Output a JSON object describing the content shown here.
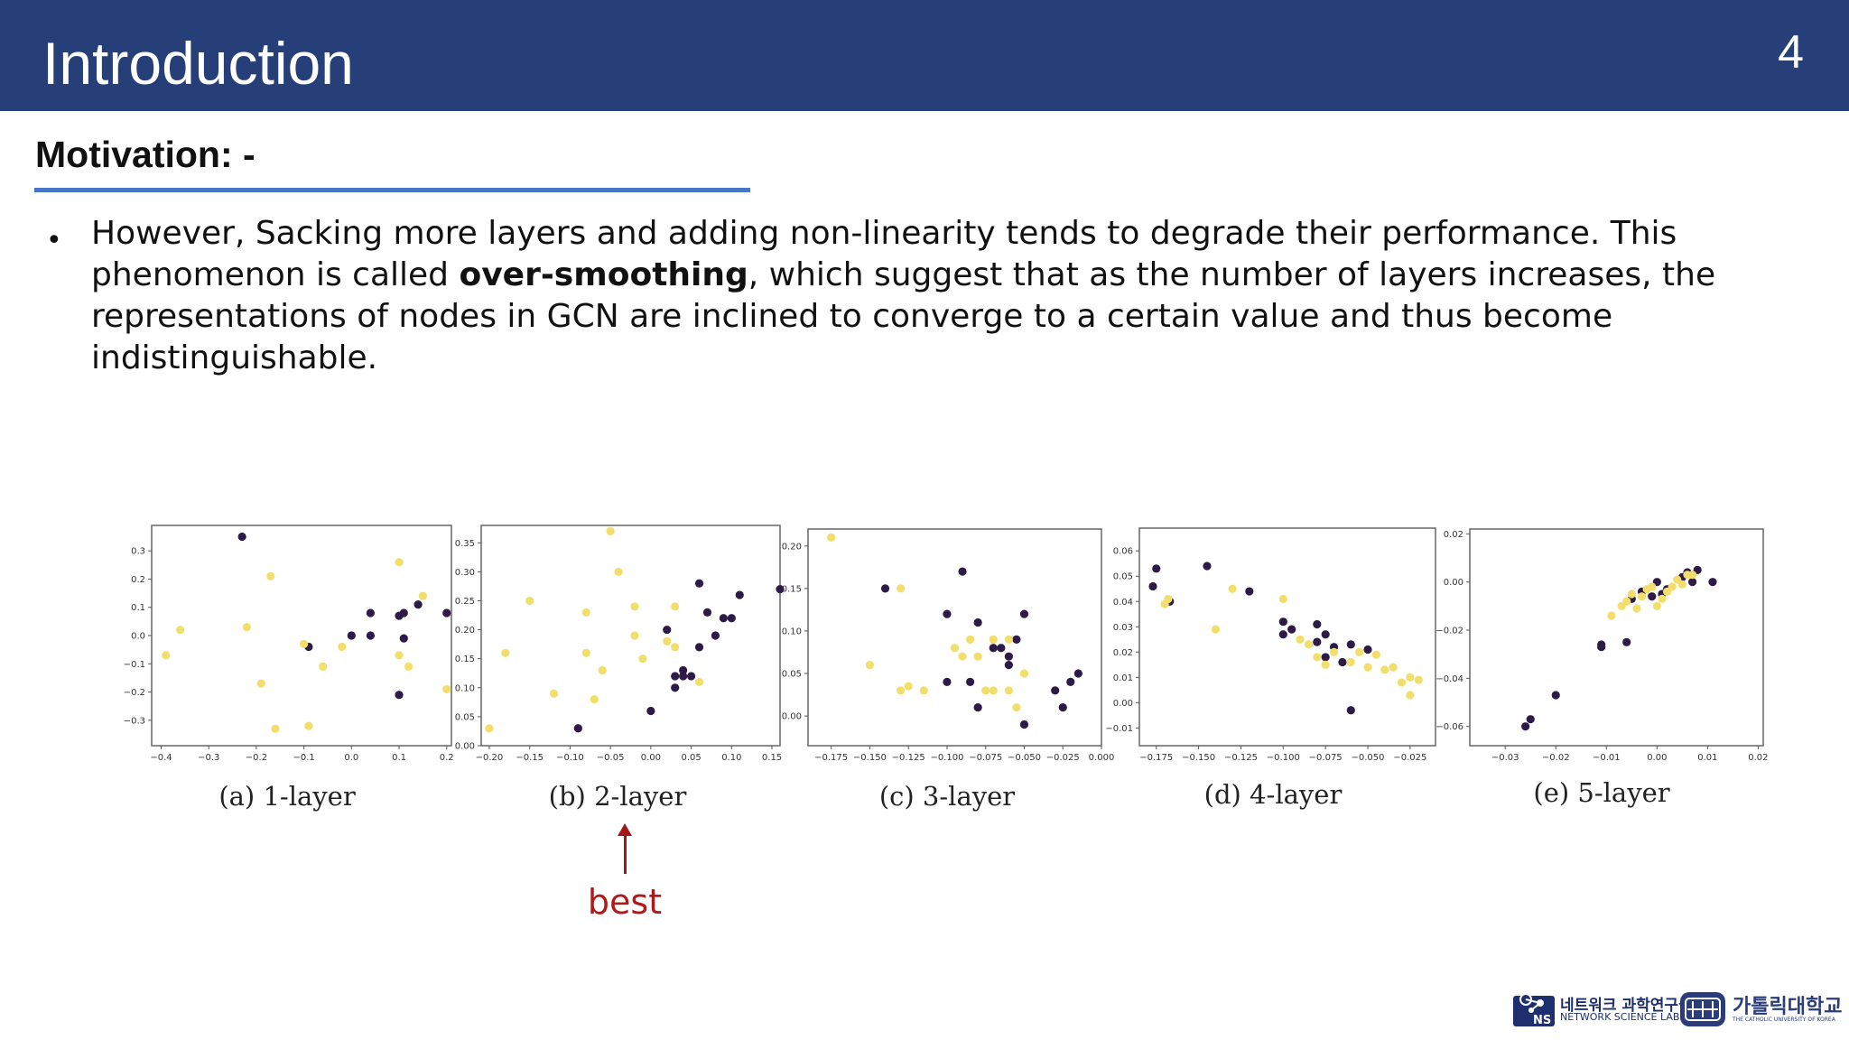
{
  "slide": {
    "title": "Introduction",
    "page_number": "4",
    "subtitle": "Motivation: -",
    "bullet_parts": {
      "before": "However, Sacking more layers and adding non-linearity tends to degrade their performance. This phenomenon is called ",
      "bold": "over-smoothing",
      "after": ", which suggest that as the number of layers increases, the representations of nodes in GCN are inclined to converge to a certain value and thus become indistinguishable."
    },
    "annotation": "best"
  },
  "colors": {
    "header": "#263f78",
    "underline": "#4a76c7",
    "class_dark": "#2d1a47",
    "class_yellow": "#f2df6b",
    "best": "#b21a1a"
  },
  "logos": {
    "lab_kr": "네트워크 과학연구실",
    "lab_en": "NETWORK SCIENCE LAB",
    "lab_mark": "NS",
    "univ_kr": "가톨릭대학교",
    "univ_en": "THE CATHOLIC UNIVERSITY OF KOREA"
  },
  "chart_data": [
    {
      "type": "scatter",
      "caption": "(a) 1-layer",
      "xlim": [
        -0.42,
        0.21
      ],
      "ylim": [
        -0.39,
        0.39
      ],
      "xticks": [
        -0.4,
        -0.3,
        -0.2,
        -0.1,
        0.0,
        0.1,
        0.2
      ],
      "xtick_labels": [
        "−0.4",
        "−0.3",
        "−0.2",
        "−0.1",
        "0.0",
        "0.1",
        "0.2"
      ],
      "yticks": [
        -0.3,
        -0.2,
        -0.1,
        0.0,
        0.1,
        0.2,
        0.3
      ],
      "ytick_labels": [
        "−0.3",
        "−0.2",
        "−0.1",
        "0.0",
        "0.1",
        "0.2",
        "0.3"
      ],
      "series": [
        {
          "values": [
            [
              -0.23,
              0.35
            ],
            [
              -0.09,
              -0.04
            ],
            [
              0.0,
              0.0
            ],
            [
              0.04,
              0.08
            ],
            [
              0.04,
              0.0
            ],
            [
              0.1,
              0.07
            ],
            [
              0.11,
              0.08
            ],
            [
              0.14,
              0.11
            ],
            [
              0.2,
              0.08
            ],
            [
              0.11,
              -0.01
            ],
            [
              0.1,
              -0.21
            ]
          ]
        },
        {
          "values": [
            [
              -0.39,
              -0.07
            ],
            [
              -0.36,
              0.02
            ],
            [
              -0.22,
              0.03
            ],
            [
              -0.17,
              0.21
            ],
            [
              -0.19,
              -0.17
            ],
            [
              -0.16,
              -0.33
            ],
            [
              -0.1,
              -0.03
            ],
            [
              -0.09,
              -0.32
            ],
            [
              -0.06,
              -0.11
            ],
            [
              -0.02,
              -0.04
            ],
            [
              0.1,
              0.26
            ],
            [
              0.15,
              0.14
            ],
            [
              0.1,
              -0.07
            ],
            [
              0.12,
              -0.11
            ],
            [
              0.2,
              -0.19
            ]
          ]
        }
      ]
    },
    {
      "type": "scatter",
      "caption": "(b) 2-layer",
      "xlim": [
        -0.21,
        0.16
      ],
      "ylim": [
        0.0,
        0.38
      ],
      "xticks": [
        -0.2,
        -0.15,
        -0.1,
        -0.05,
        0.0,
        0.05,
        0.1,
        0.15
      ],
      "xtick_labels": [
        "−0.20",
        "−0.15",
        "−0.10",
        "−0.05",
        "0.00",
        "0.05",
        "0.10",
        "0.15"
      ],
      "yticks": [
        0.0,
        0.05,
        0.1,
        0.15,
        0.2,
        0.25,
        0.3,
        0.35
      ],
      "ytick_labels": [
        "0.00",
        "0.05",
        "0.10",
        "0.15",
        "0.20",
        "0.25",
        "0.30",
        "0.35"
      ],
      "series": [
        {
          "values": [
            [
              -0.09,
              0.03
            ],
            [
              0.0,
              0.06
            ],
            [
              0.02,
              0.2
            ],
            [
              0.03,
              0.1
            ],
            [
              0.04,
              0.13
            ],
            [
              0.04,
              0.12
            ],
            [
              0.05,
              0.12
            ],
            [
              0.06,
              0.17
            ],
            [
              0.07,
              0.23
            ],
            [
              0.06,
              0.28
            ],
            [
              0.08,
              0.19
            ],
            [
              0.09,
              0.22
            ],
            [
              0.1,
              0.22
            ],
            [
              0.11,
              0.26
            ],
            [
              0.16,
              0.27
            ],
            [
              0.03,
              0.12
            ]
          ]
        },
        {
          "values": [
            [
              -0.2,
              0.03
            ],
            [
              -0.18,
              0.16
            ],
            [
              -0.15,
              0.25
            ],
            [
              -0.12,
              0.09
            ],
            [
              -0.08,
              0.23
            ],
            [
              -0.08,
              0.16
            ],
            [
              -0.07,
              0.08
            ],
            [
              -0.06,
              0.13
            ],
            [
              -0.05,
              0.37
            ],
            [
              -0.04,
              0.3
            ],
            [
              -0.02,
              0.19
            ],
            [
              -0.02,
              0.24
            ],
            [
              -0.01,
              0.15
            ],
            [
              0.02,
              0.18
            ],
            [
              0.03,
              0.24
            ],
            [
              0.06,
              0.11
            ],
            [
              0.03,
              0.17
            ]
          ]
        }
      ]
    },
    {
      "type": "scatter",
      "caption": "(c) 3-layer",
      "xlim": [
        -0.19,
        0.0
      ],
      "ylim": [
        -0.035,
        0.22
      ],
      "xticks": [
        -0.175,
        -0.15,
        -0.125,
        -0.1,
        -0.075,
        -0.05,
        -0.025,
        0.0
      ],
      "xtick_labels": [
        "−0.175",
        "−0.150",
        "−0.125",
        "−0.100",
        "−0.075",
        "−0.050",
        "−0.025",
        "0.000"
      ],
      "yticks": [
        0.0,
        0.05,
        0.1,
        0.15,
        0.2
      ],
      "ytick_labels": [
        "0.00",
        "0.05",
        "0.10",
        "0.15",
        "0.20"
      ],
      "series": [
        {
          "values": [
            [
              -0.14,
              0.15
            ],
            [
              -0.1,
              0.12
            ],
            [
              -0.09,
              0.17
            ],
            [
              -0.08,
              0.11
            ],
            [
              -0.07,
              0.08
            ],
            [
              -0.065,
              0.08
            ],
            [
              -0.06,
              0.07
            ],
            [
              -0.055,
              0.09
            ],
            [
              -0.05,
              0.12
            ],
            [
              -0.1,
              0.04
            ],
            [
              -0.085,
              0.04
            ],
            [
              -0.08,
              0.01
            ],
            [
              -0.05,
              -0.01
            ],
            [
              -0.03,
              0.03
            ],
            [
              -0.02,
              0.04
            ],
            [
              -0.025,
              0.01
            ],
            [
              -0.015,
              0.05
            ],
            [
              -0.06,
              0.06
            ]
          ]
        },
        {
          "values": [
            [
              -0.175,
              0.21
            ],
            [
              -0.15,
              0.06
            ],
            [
              -0.13,
              0.15
            ],
            [
              -0.13,
              0.03
            ],
            [
              -0.125,
              0.035
            ],
            [
              -0.115,
              0.03
            ],
            [
              -0.095,
              0.08
            ],
            [
              -0.09,
              0.07
            ],
            [
              -0.085,
              0.09
            ],
            [
              -0.08,
              0.07
            ],
            [
              -0.075,
              0.03
            ],
            [
              -0.07,
              0.03
            ],
            [
              -0.07,
              0.09
            ],
            [
              -0.06,
              0.03
            ],
            [
              -0.055,
              0.01
            ],
            [
              -0.05,
              0.05
            ],
            [
              -0.06,
              0.09
            ]
          ]
        }
      ]
    },
    {
      "type": "scatter",
      "caption": "(d) 4-layer",
      "xlim": [
        -0.185,
        -0.01
      ],
      "ylim": [
        -0.017,
        0.069
      ],
      "xticks": [
        -0.175,
        -0.15,
        -0.125,
        -0.1,
        -0.075,
        -0.05,
        -0.025
      ],
      "xtick_labels": [
        "−0.175",
        "−0.150",
        "−0.125",
        "−0.100",
        "−0.075",
        "−0.050",
        "−0.025"
      ],
      "yticks": [
        -0.01,
        0.0,
        0.01,
        0.02,
        0.03,
        0.04,
        0.05,
        0.06
      ],
      "ytick_labels": [
        "−0.01",
        "0.00",
        "0.01",
        "0.02",
        "0.03",
        "0.04",
        "0.05",
        "0.06"
      ],
      "series": [
        {
          "values": [
            [
              -0.177,
              0.046
            ],
            [
              -0.175,
              0.053
            ],
            [
              -0.167,
              0.04
            ],
            [
              -0.145,
              0.054
            ],
            [
              -0.12,
              0.044
            ],
            [
              -0.1,
              0.032
            ],
            [
              -0.095,
              0.029
            ],
            [
              -0.1,
              0.027
            ],
            [
              -0.08,
              0.031
            ],
            [
              -0.075,
              0.027
            ],
            [
              -0.08,
              0.024
            ],
            [
              -0.075,
              0.018
            ],
            [
              -0.07,
              0.022
            ],
            [
              -0.065,
              0.016
            ],
            [
              -0.06,
              0.023
            ],
            [
              -0.06,
              -0.003
            ],
            [
              -0.05,
              0.021
            ]
          ]
        },
        {
          "values": [
            [
              -0.17,
              0.039
            ],
            [
              -0.168,
              0.041
            ],
            [
              -0.14,
              0.029
            ],
            [
              -0.13,
              0.045
            ],
            [
              -0.1,
              0.041
            ],
            [
              -0.09,
              0.025
            ],
            [
              -0.085,
              0.023
            ],
            [
              -0.08,
              0.018
            ],
            [
              -0.075,
              0.015
            ],
            [
              -0.07,
              0.02
            ],
            [
              -0.06,
              0.016
            ],
            [
              -0.055,
              0.02
            ],
            [
              -0.05,
              0.014
            ],
            [
              -0.045,
              0.019
            ],
            [
              -0.04,
              0.013
            ],
            [
              -0.035,
              0.014
            ],
            [
              -0.03,
              0.008
            ],
            [
              -0.025,
              0.01
            ],
            [
              -0.025,
              0.003
            ],
            [
              -0.02,
              0.009
            ]
          ]
        }
      ]
    },
    {
      "type": "scatter",
      "caption": "(e) 5-layer",
      "xlim": [
        -0.037,
        0.021
      ],
      "ylim": [
        -0.068,
        0.022
      ],
      "xticks": [
        -0.03,
        -0.02,
        -0.01,
        0.0,
        0.01,
        0.02
      ],
      "xtick_labels": [
        "−0.03",
        "−0.02",
        "−0.01",
        "0.00",
        "0.01",
        "0.02"
      ],
      "yticks": [
        -0.06,
        -0.04,
        -0.02,
        0.0,
        0.02
      ],
      "ytick_labels": [
        "−0.06",
        "−0.04",
        "−0.02",
        "0.00",
        "0.02"
      ],
      "series": [
        {
          "values": [
            [
              -0.026,
              -0.06
            ],
            [
              -0.025,
              -0.057
            ],
            [
              -0.02,
              -0.047
            ],
            [
              -0.011,
              -0.026
            ],
            [
              -0.011,
              -0.027
            ],
            [
              -0.006,
              -0.025
            ],
            [
              -0.005,
              -0.007
            ],
            [
              -0.003,
              -0.004
            ],
            [
              0.0,
              0.0
            ],
            [
              0.001,
              -0.005
            ],
            [
              0.002,
              -0.003
            ],
            [
              0.005,
              0.002
            ],
            [
              0.006,
              0.004
            ],
            [
              0.007,
              0.0
            ],
            [
              0.008,
              0.005
            ],
            [
              0.011,
              0.0
            ],
            [
              -0.001,
              -0.006
            ]
          ]
        },
        {
          "values": [
            [
              -0.009,
              -0.014
            ],
            [
              -0.007,
              -0.01
            ],
            [
              -0.006,
              -0.008
            ],
            [
              -0.005,
              -0.005
            ],
            [
              -0.004,
              -0.011
            ],
            [
              -0.003,
              -0.006
            ],
            [
              -0.002,
              -0.003
            ],
            [
              0.0,
              -0.01
            ],
            [
              0.001,
              -0.007
            ],
            [
              0.002,
              -0.004
            ],
            [
              0.003,
              -0.002
            ],
            [
              0.004,
              0.001
            ],
            [
              0.006,
              0.003
            ],
            [
              0.005,
              -0.001
            ],
            [
              0.007,
              0.003
            ],
            [
              -0.001,
              -0.002
            ]
          ]
        }
      ]
    }
  ]
}
